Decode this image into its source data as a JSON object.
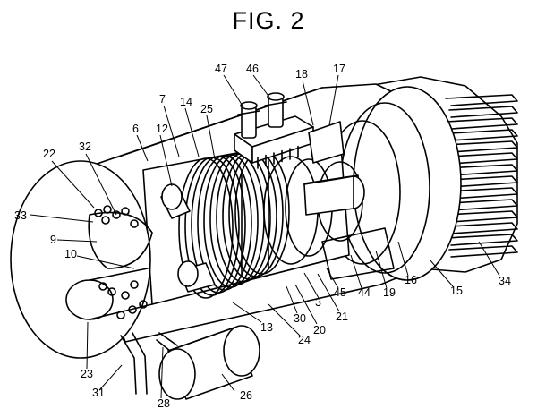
{
  "figure": {
    "title": "FIG. 2",
    "labels": [
      {
        "id": "l47",
        "text": "47"
      },
      {
        "id": "l46",
        "text": "46"
      },
      {
        "id": "l18",
        "text": "18"
      },
      {
        "id": "l17",
        "text": "17"
      },
      {
        "id": "l7",
        "text": "7"
      },
      {
        "id": "l14",
        "text": "14"
      },
      {
        "id": "l25",
        "text": "25"
      },
      {
        "id": "l6",
        "text": "6"
      },
      {
        "id": "l12",
        "text": "12"
      },
      {
        "id": "l22",
        "text": "22"
      },
      {
        "id": "l32",
        "text": "32"
      },
      {
        "id": "l33",
        "text": "33"
      },
      {
        "id": "l9",
        "text": "9"
      },
      {
        "id": "l10",
        "text": "10"
      },
      {
        "id": "l23",
        "text": "23"
      },
      {
        "id": "l31",
        "text": "31"
      },
      {
        "id": "l28",
        "text": "28"
      },
      {
        "id": "l26",
        "text": "26"
      },
      {
        "id": "l13",
        "text": "13"
      },
      {
        "id": "l24",
        "text": "24"
      },
      {
        "id": "l30",
        "text": "30"
      },
      {
        "id": "l20",
        "text": "20"
      },
      {
        "id": "l3",
        "text": "3"
      },
      {
        "id": "l21",
        "text": "21"
      },
      {
        "id": "l45",
        "text": "45"
      },
      {
        "id": "l44",
        "text": "44"
      },
      {
        "id": "l19",
        "text": "19"
      },
      {
        "id": "l16",
        "text": "16"
      },
      {
        "id": "l15",
        "text": "15"
      },
      {
        "id": "l34",
        "text": "34"
      }
    ]
  }
}
